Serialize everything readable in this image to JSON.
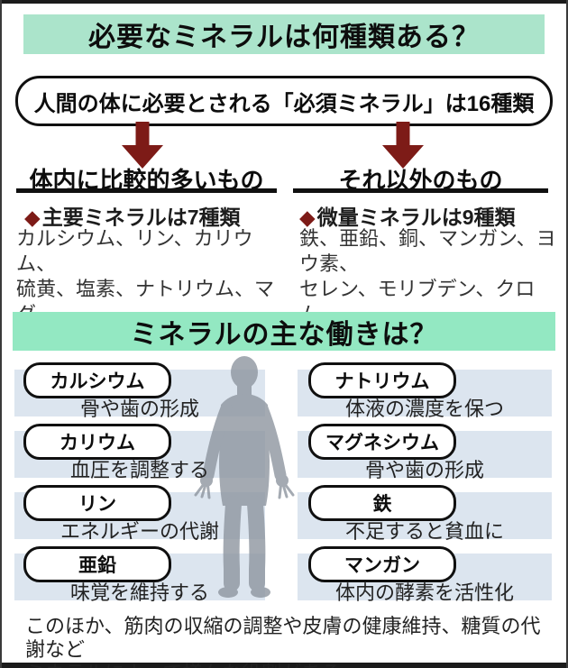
{
  "section1": {
    "title": "必要なミネラルは何種類ある？",
    "lead": "人間の体に必要とされる「必須ミネラル」は16種類",
    "left": {
      "heading": "体内に比較的多いもの",
      "bullet": "◆",
      "subheading": "主要ミネラルは7種類",
      "minerals": "カルシウム、リン、カリウム、\n硫黄、塩素、ナトリウム、マグ\nネシウム"
    },
    "right": {
      "heading": "それ以外のもの",
      "bullet": "◆",
      "subheading": "微量ミネラルは9種類",
      "minerals": "鉄、亜鉛、銅、マンガン、ヨウ素、\nセレン、モリブデン、クロム、\nコバルト"
    }
  },
  "section2": {
    "title": "ミネラルの主な働きは？",
    "rows_left": [
      {
        "name": "カルシウム",
        "desc": "骨や歯の形成"
      },
      {
        "name": "カリウム",
        "desc": "血圧を調整する"
      },
      {
        "name": "リン",
        "desc": "エネルギーの代謝"
      },
      {
        "name": "亜鉛",
        "desc": "味覚を維持する"
      }
    ],
    "rows_right": [
      {
        "name": "ナトリウム",
        "desc": "体液の濃度を保つ"
      },
      {
        "name": "マグネシウム",
        "desc": "骨や歯の形成"
      },
      {
        "name": "鉄",
        "desc": "不足すると貧血に"
      },
      {
        "name": "マンガン",
        "desc": "体内の酵素を活性化"
      }
    ],
    "note": "このほか、筋肉の収縮の調整や皮膚の健康維持、糖質の代謝など\nミネラルによって様々な役割がある"
  },
  "icons": {
    "flow_arrow": "filled-down-arrow",
    "list_bullet": "◆ diamond",
    "figure": "human-silhouette"
  },
  "colors": {
    "header_top_bg": "#abe4cb",
    "header_section2_bg": "#93e8c2",
    "arrow_dark_red": "#7d1b17",
    "band_light_blue": "#dce5ef",
    "silhouette_gray": "#8e96a0",
    "frame_black": "#1b1b1b"
  }
}
